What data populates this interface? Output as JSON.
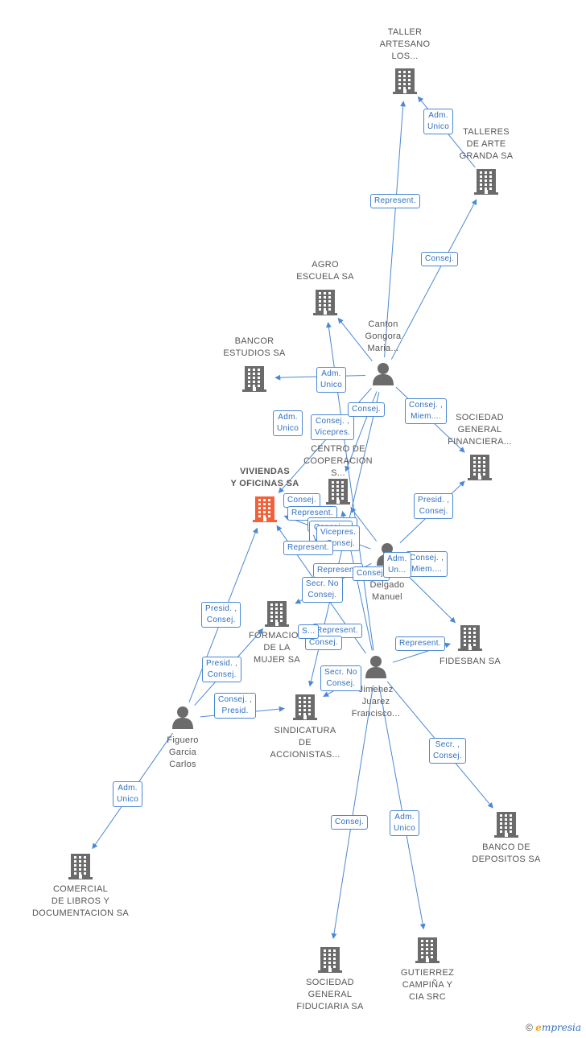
{
  "colors": {
    "edge": "#4a88d4",
    "company": "#6b6b6b",
    "focus": "#f2613a",
    "person": "#6b6b6b"
  },
  "nodes": [
    {
      "id": "taller_artesano",
      "type": "company",
      "label": "TALLER\nARTESANO\nLOS..."
    },
    {
      "id": "talleres_arte",
      "type": "company",
      "label": "TALLERES\nDE ARTE\nGRANDA SA"
    },
    {
      "id": "agro_escuela",
      "type": "company",
      "label": "AGRO\nESCUELA SA"
    },
    {
      "id": "bancor",
      "type": "company",
      "label": "BANCOR\nESTUDIOS SA"
    },
    {
      "id": "viviendas",
      "type": "focus",
      "label": "VIVIENDAS\nY OFICINAS SA"
    },
    {
      "id": "centro",
      "type": "company",
      "label": "CENTRO DE\nCOOPERACION\nS..."
    },
    {
      "id": "sociedad_gf",
      "type": "company",
      "label": "SOCIEDAD\nGENERAL\nFINANCIERA..."
    },
    {
      "id": "formacion",
      "type": "company",
      "label": "FORMACION\nDE LA\nMUJER SA"
    },
    {
      "id": "fidesban",
      "type": "company",
      "label": "FIDESBAN SA"
    },
    {
      "id": "sindicatura",
      "type": "company",
      "label": "SINDICATURA\nDE\nACCIONISTAS..."
    },
    {
      "id": "banco_depositos",
      "type": "company",
      "label": "BANCO DE\nDEPOSITOS SA"
    },
    {
      "id": "comercial",
      "type": "company",
      "label": "COMERCIAL\nDE LIBROS Y\nDOCUMENTACION SA"
    },
    {
      "id": "sociedad_fid",
      "type": "company",
      "label": "SOCIEDAD\nGENERAL\nFIDUCIARIA SA"
    },
    {
      "id": "gutierrez",
      "type": "company",
      "label": "GUTIERREZ\nCAMPIÑA Y\nCIA SRC"
    },
    {
      "id": "canton",
      "type": "person",
      "label": "Canton\nGongora\nMaria..."
    },
    {
      "id": "delgado",
      "type": "person",
      "label": "Delgado\nManuel"
    },
    {
      "id": "jimenez",
      "type": "person",
      "label": "Jimenez\nJuarez\nFrancisco..."
    },
    {
      "id": "figuero",
      "type": "person",
      "label": "Figuero\nGarcia\nCarlos"
    }
  ],
  "edges": [
    {
      "from": "canton",
      "to": "taller_artesano",
      "label": "Represent."
    },
    {
      "from": "talleres_arte",
      "to": "taller_artesano",
      "label": "Adm.\nUnico"
    },
    {
      "from": "canton",
      "to": "talleres_arte",
      "label": "Consej."
    },
    {
      "from": "canton",
      "to": "agro_escuela",
      "label": "Adm.\nUnico"
    },
    {
      "from": "canton",
      "to": "bancor",
      "label": "Adm.\nUnico"
    },
    {
      "from": "canton",
      "to": "sociedad_gf",
      "label": "Consej. ,\nMiem...."
    },
    {
      "from": "canton",
      "to": "centro",
      "label": "Consej. ,\nVicepres."
    },
    {
      "from": "canton",
      "to": "viviendas",
      "label": "Consej."
    },
    {
      "from": "canton",
      "to": "sindicatura",
      "label": "Represent."
    },
    {
      "from": "delgado",
      "to": "sociedad_gf",
      "label": "Presid. ,\nConsej."
    },
    {
      "from": "delgado",
      "to": "fidesban",
      "label": "Consej. ,\nMiem...."
    },
    {
      "from": "delgado",
      "to": "viviendas",
      "label": "Represent."
    },
    {
      "from": "delgado",
      "to": "formacion",
      "label": "Secr. No\nConsej."
    },
    {
      "from": "delgado",
      "to": "centro",
      "label": "Consej. ,\nVicepres."
    },
    {
      "from": "jimenez",
      "to": "fidesban",
      "label": "Represent."
    },
    {
      "from": "jimenez",
      "to": "banco_depositos",
      "label": "Secr. ,\nConsej."
    },
    {
      "from": "jimenez",
      "to": "sociedad_fid",
      "label": "Consej."
    },
    {
      "from": "jimenez",
      "to": "gutierrez",
      "label": "Adm.\nUnico"
    },
    {
      "from": "jimenez",
      "to": "sindicatura",
      "label": "Secr. No\nConsej."
    },
    {
      "from": "jimenez",
      "to": "agro_escuela",
      "label": "Represent."
    },
    {
      "from": "jimenez",
      "to": "viviendas",
      "label": "Represent."
    },
    {
      "from": "jimenez",
      "to": "centro",
      "label": "Vicepres.\n, Consej."
    },
    {
      "from": "figuero",
      "to": "viviendas",
      "label": "Presid. ,\nConsej."
    },
    {
      "from": "figuero",
      "to": "formacion",
      "label": "Presid. ,\nConsej."
    },
    {
      "from": "figuero",
      "to": "sindicatura",
      "label": "Consej. ,\nPresid."
    },
    {
      "from": "figuero",
      "to": "comercial",
      "label": "Adm.\nUnico"
    }
  ],
  "extra_labels": [
    {
      "label": "Consej."
    },
    {
      "label": "Represent."
    },
    {
      "label": "Consej."
    },
    {
      "label": "Consej."
    },
    {
      "label": "Adm.\nUn..."
    },
    {
      "label": "S..."
    }
  ],
  "footer": {
    "copyright": "©",
    "brand_e": "e",
    "brand_rest": "mpresia"
  }
}
